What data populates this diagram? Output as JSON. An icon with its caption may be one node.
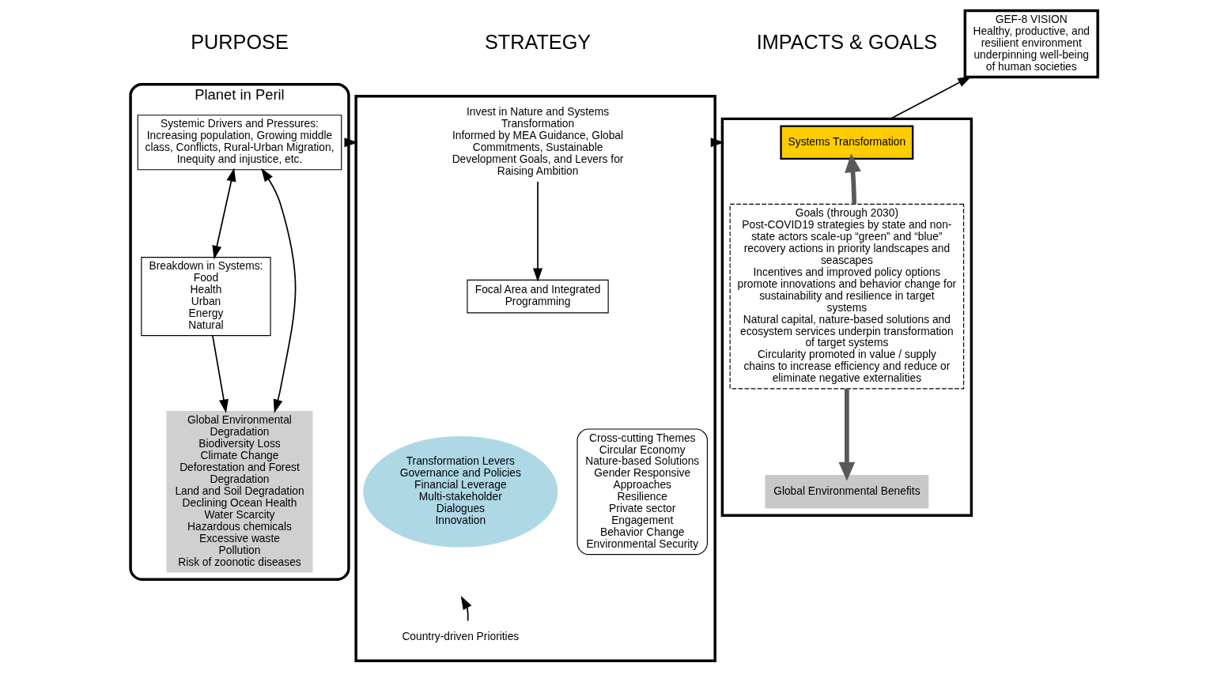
{
  "diagram": {
    "nodes": [
      {
        "text": [
          "Planet in Peril"
        ]
      },
      {
        "text": [
          "Systemic Drivers and Pressures:",
          "Increasing population, Growing middle class, Conflicts, Rural-Urban Migration, Inequity and injustice, etc."
        ],
        "in": 0
      },
      {
        "text": [
          "Breakdown in Systems:",
          "Food",
          "Health",
          "Urban",
          "Energy",
          "Natural"
        ],
        "in": 0
      },
      {
        "text": [
          "Global Environmental Degradation",
          "Biodiversity Loss",
          "Climate Change",
          "Deforestation and Forest Degradation",
          "Land and Soil Degradation",
          "Declining Ocean Health",
          "Water Scarcity",
          "Hazardous chemicals",
          "Excessive waste",
          "Pollution",
          "Risk of zoonotic diseases"
        ],
        "in": 0
      },
      {
        "text": [],
        "shape": "box"
      },
      {
        "text": [
          "Invest in Nature and Systems Transformation",
          "Informed by MEA Guidance, Global Commitments, Sustainable Development Goals, and Levers for Raising Ambition"
        ],
        "in": 4
      },
      {
        "text": [
          "Focal Area and Integrated Programming"
        ],
        "in": 4
      },
      {
        "text": [
          "Transformation Levers",
          "Governance and Policies",
          "Financial Leverage",
          "Multi-stakeholder Dialogues",
          "Innovation"
        ],
        "in": 4
      },
      {
        "text": [
          "Cross-cutting Themes",
          "Circular Economy",
          "Nature-based Solutions",
          "Gender Responsive Approaches",
          "Resilience",
          "Private sector Engagement",
          "Behavior Change",
          "Environmental Security"
        ],
        "in": 4
      },
      {
        "text": [
          "Country-driven Priorities"
        ],
        "in": 4
      },
      {
        "text": [],
        "shape": "box"
      },
      {
        "text": [
          "Systems Transformation"
        ],
        "in": 10
      },
      {
        "text": [
          "Goals (through 2030)",
          "Post-COVID19 strategies by state and non-state actors scale-up “green” and “blue” recovery actions in priority landscapes and seascapes",
          "Incentives and improved policy options promote innovations and behavior change for sustainability and resilience in target systems",
          "Natural capital, nature-based solutions and ecosystem services underpin transformation of target systems",
          "Circularity promoted in value / supply chains to increase efficiency and reduce or eliminate negative externalities"
        ],
        "in": 10
      },
      {
        "text": [
          "Global Environmental Benefits"
        ],
        "in": 10
      },
      {
        "text": [
          "GEF-8 VISION",
          "Healthy, productive, and resilient environment underpinning well-being of human societies"
        ]
      }
    ],
    "edges": [
      {
        "from": 1,
        "to": 2,
        "arrow": "both"
      },
      {
        "from": 1,
        "to": 3,
        "arrow": "both"
      },
      {
        "from": 2,
        "to": 3,
        "arrow": "to"
      },
      {
        "from": 5,
        "to": 6,
        "arrow": "to"
      },
      {
        "from": 9,
        "to": null,
        "arrow": "to"
      },
      {
        "from": 0,
        "to": 4,
        "arrow": "to"
      },
      {
        "from": 4,
        "to": 10,
        "arrow": "to"
      },
      {
        "from": 12,
        "to": 11,
        "arrow": "to",
        "style": "thick",
        "color": "#595959"
      },
      {
        "from": 12,
        "to": 13,
        "arrow": "to",
        "style": "thick",
        "color": "#595959"
      },
      {
        "from": 10,
        "to": 14,
        "arrow": "to"
      }
    ],
    "labels": [
      "PURPOSE",
      "STRATEGY",
      "IMPACTS & GOALS"
    ]
  }
}
